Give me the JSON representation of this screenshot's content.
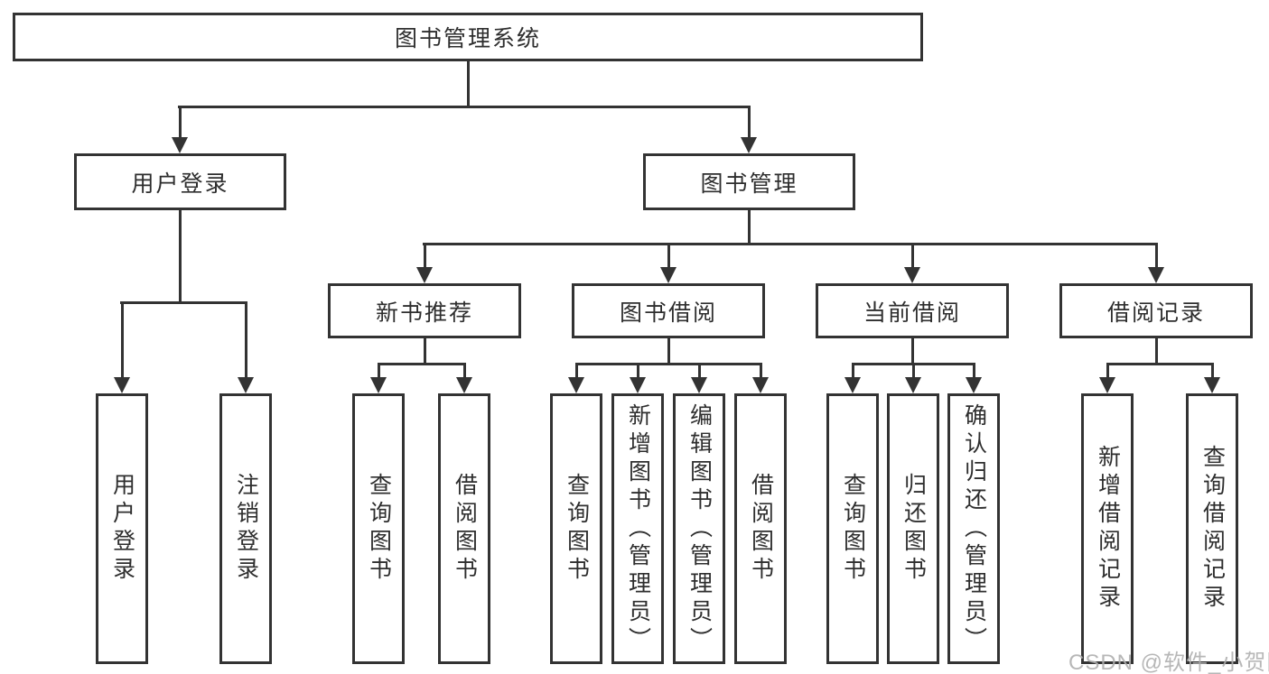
{
  "diagram": {
    "root": {
      "label": "图书管理系统"
    },
    "level2": {
      "user_login": {
        "label": "用户登录"
      },
      "book_mgmt": {
        "label": "图书管理"
      }
    },
    "level3": {
      "new_book_rec": {
        "label": "新书推荐"
      },
      "book_borrow": {
        "label": "图书借阅"
      },
      "current_borrow": {
        "label": "当前借阅"
      },
      "borrow_record": {
        "label": "借阅记录"
      }
    },
    "leaves": [
      {
        "label": "用户登录"
      },
      {
        "label": "注销登录"
      },
      {
        "label": "查询图书"
      },
      {
        "label": "借阅图书"
      },
      {
        "label": "查询图书"
      },
      {
        "label": "新增图书（管理员）"
      },
      {
        "label": "编辑图书（管理员）"
      },
      {
        "label": "借阅图书"
      },
      {
        "label": "查询图书"
      },
      {
        "label": "归还图书"
      },
      {
        "label": "确认归还（管理员）"
      },
      {
        "label": "新增借阅记录"
      },
      {
        "label": "查询借阅记录"
      }
    ]
  },
  "watermark": {
    "text": "CSDN @软件_小贺同学"
  },
  "colors": {
    "line": "#333333",
    "text": "#2e2e2e",
    "watermark": "#b0b0b0",
    "background": "#ffffff"
  }
}
